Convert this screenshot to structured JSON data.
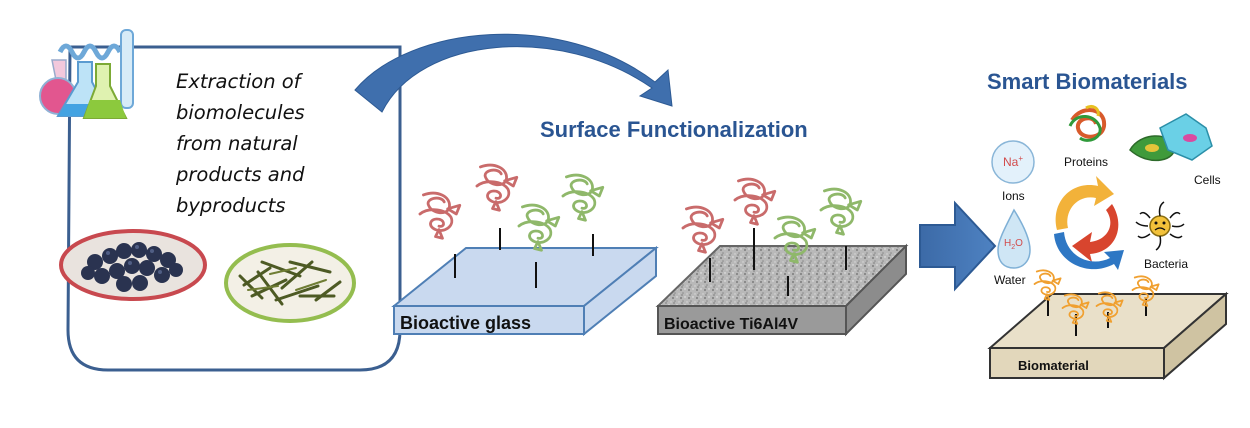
{
  "extraction": {
    "lines": [
      "Extraction of",
      "biomolecules",
      "from natural",
      "products and",
      "byproducts"
    ]
  },
  "surface_functionalization": {
    "title": "Surface Functionalization"
  },
  "substrates": {
    "glass_label": "Bioactive glass",
    "ti_label": "Bioactive Ti6Al4V"
  },
  "smart_biomaterials": {
    "title": "Smart Biomaterials",
    "labels": {
      "proteins": "Proteins",
      "ions": "Ions",
      "ion_symbol": "Na",
      "ion_charge": "+",
      "cells": "Cells",
      "water": "Water",
      "water_formula_h": "H",
      "water_formula_sub": "2",
      "water_formula_o": "O",
      "bacteria": "Bacteria",
      "biomaterial": "Biomaterial"
    }
  },
  "colors": {
    "accent_blue": "#2a5592",
    "arrow_blue": "#3f6fad",
    "glass_fill": "#c9d9ef",
    "ti_fill": "#9a9a9a",
    "protein_pink": "#c96b6b",
    "protein_green": "#8fb86a",
    "bioactive_orange": "#f0a030",
    "grape_ring": "#c8494f",
    "leaf_ring": "#94bd4f"
  }
}
